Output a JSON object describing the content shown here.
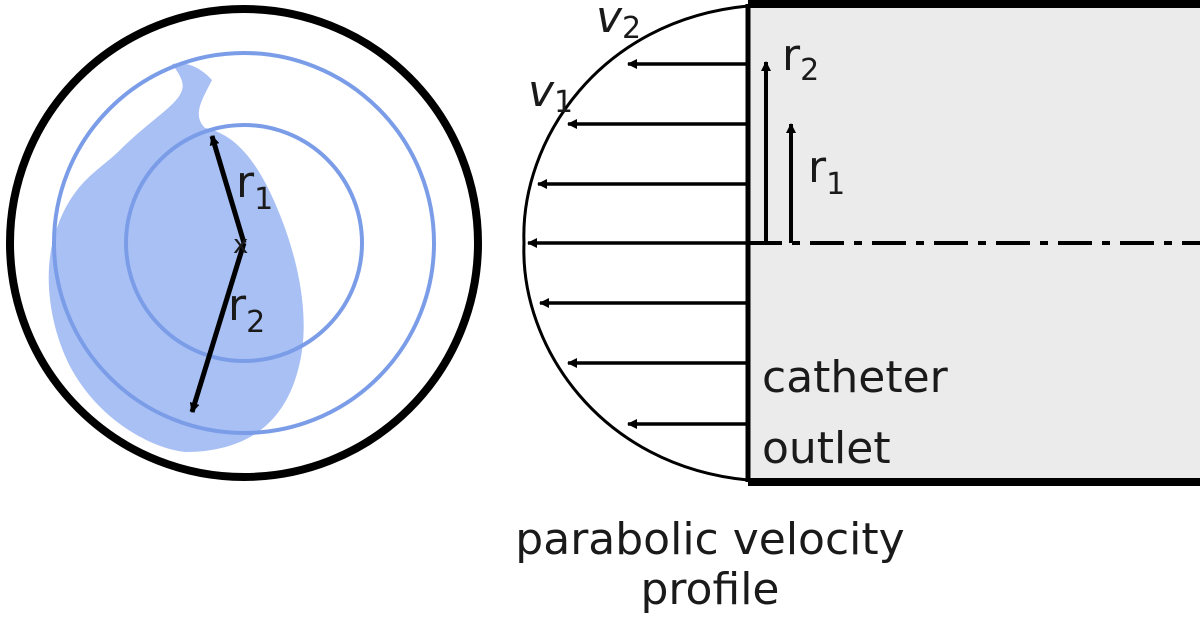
{
  "left_panel": {
    "r1_label": "r",
    "r1_sub": "1",
    "r2_label": "r",
    "r2_sub": "2",
    "center_mark": "x",
    "blob_color": "#a9c0f5",
    "ring_color": "#7b9de8"
  },
  "right_panel": {
    "v1_label": "v",
    "v1_sub": "1",
    "v2_label": "v",
    "v2_sub": "2",
    "r1_label": "r",
    "r1_sub": "1",
    "r2_label": "r",
    "r2_sub": "2",
    "catheter_line1": "catheter",
    "catheter_line2": "outlet",
    "catheter_fill": "#ebebeb"
  },
  "caption": {
    "line1": "parabolic velocity",
    "line2": "profile"
  }
}
